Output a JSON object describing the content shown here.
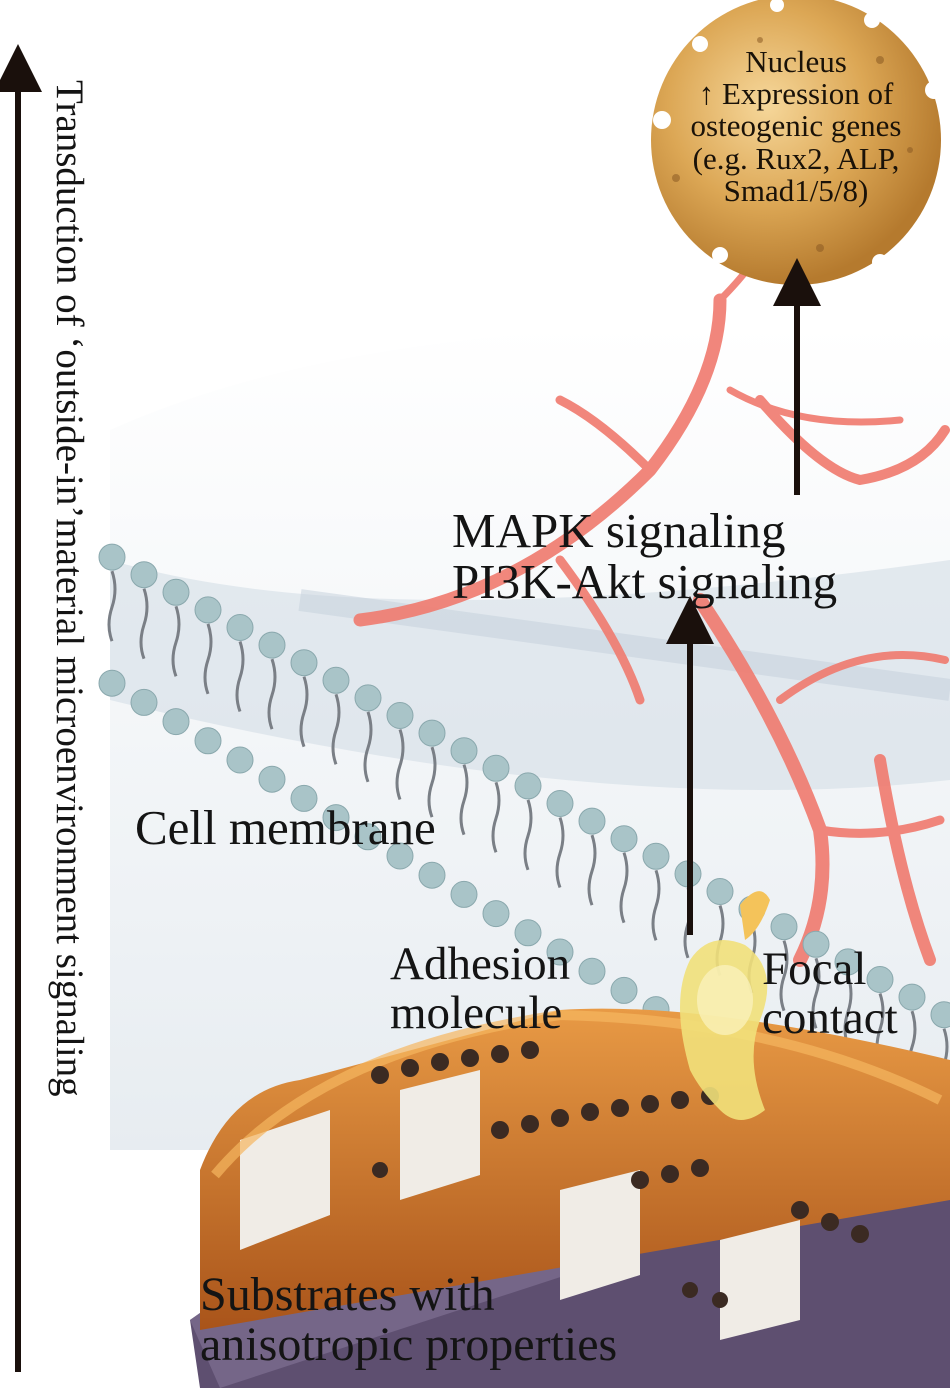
{
  "vertical_caption": "Transduction of ‘outside-in’material microenvironment signaling",
  "nucleus": {
    "line1": "Nucleus",
    "line2": "↑ Expression of",
    "line3": "osteogenic genes",
    "line4": "(e.g. Rux2, ALP,",
    "line5": "Smad1/5/8)"
  },
  "signaling": {
    "line1": "MAPK signaling",
    "line2": "PI3K-Akt signaling"
  },
  "cell_membrane": "Cell membrane",
  "adhesion_molecule": {
    "line1": "Adhesion",
    "line2": "molecule"
  },
  "focal_contact": {
    "line1": "Focal",
    "line2": "contact"
  },
  "substrate": {
    "line1": "Substrates with",
    "line2": "anisotropic properties"
  },
  "colors": {
    "arrow": "#1a100c",
    "nucleus_fill": "#d8a24e",
    "membrane_head": "#a9c4c8",
    "filament": "#f07a6e",
    "substrate_orange": "#c96a1e",
    "substrate_base": "#6a5a78",
    "focal_yellow": "#f1e07a"
  }
}
